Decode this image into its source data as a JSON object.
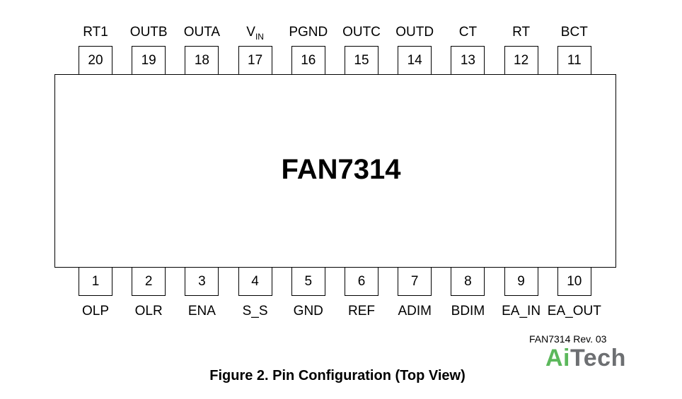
{
  "chip": {
    "name": "FAN7314"
  },
  "pins_top": [
    {
      "number": "20",
      "label": "RT1"
    },
    {
      "number": "19",
      "label": "OUTB"
    },
    {
      "number": "18",
      "label": "OUTA"
    },
    {
      "number": "17",
      "label": "V",
      "label_sub": "IN"
    },
    {
      "number": "16",
      "label": "PGND"
    },
    {
      "number": "15",
      "label": "OUTC"
    },
    {
      "number": "14",
      "label": "OUTD"
    },
    {
      "number": "13",
      "label": "CT"
    },
    {
      "number": "12",
      "label": "RT"
    },
    {
      "number": "11",
      "label": "BCT"
    }
  ],
  "pins_bottom": [
    {
      "number": "1",
      "label": "OLP"
    },
    {
      "number": "2",
      "label": "OLR"
    },
    {
      "number": "3",
      "label": "ENA"
    },
    {
      "number": "4",
      "label": "S_S"
    },
    {
      "number": "5",
      "label": "GND"
    },
    {
      "number": "6",
      "label": "REF"
    },
    {
      "number": "7",
      "label": "ADIM"
    },
    {
      "number": "8",
      "label": "BDIM"
    },
    {
      "number": "9",
      "label": "EA_IN"
    },
    {
      "number": "10",
      "label": "EA_OUT"
    }
  ],
  "revision": "FAN7314 Rev. 03",
  "watermark": {
    "part1": "Ai",
    "part2": "Tech",
    "color1": "#5cb85c",
    "color2": "#6d6f72"
  },
  "caption": "Figure 2. Pin Configuration (Top View)"
}
